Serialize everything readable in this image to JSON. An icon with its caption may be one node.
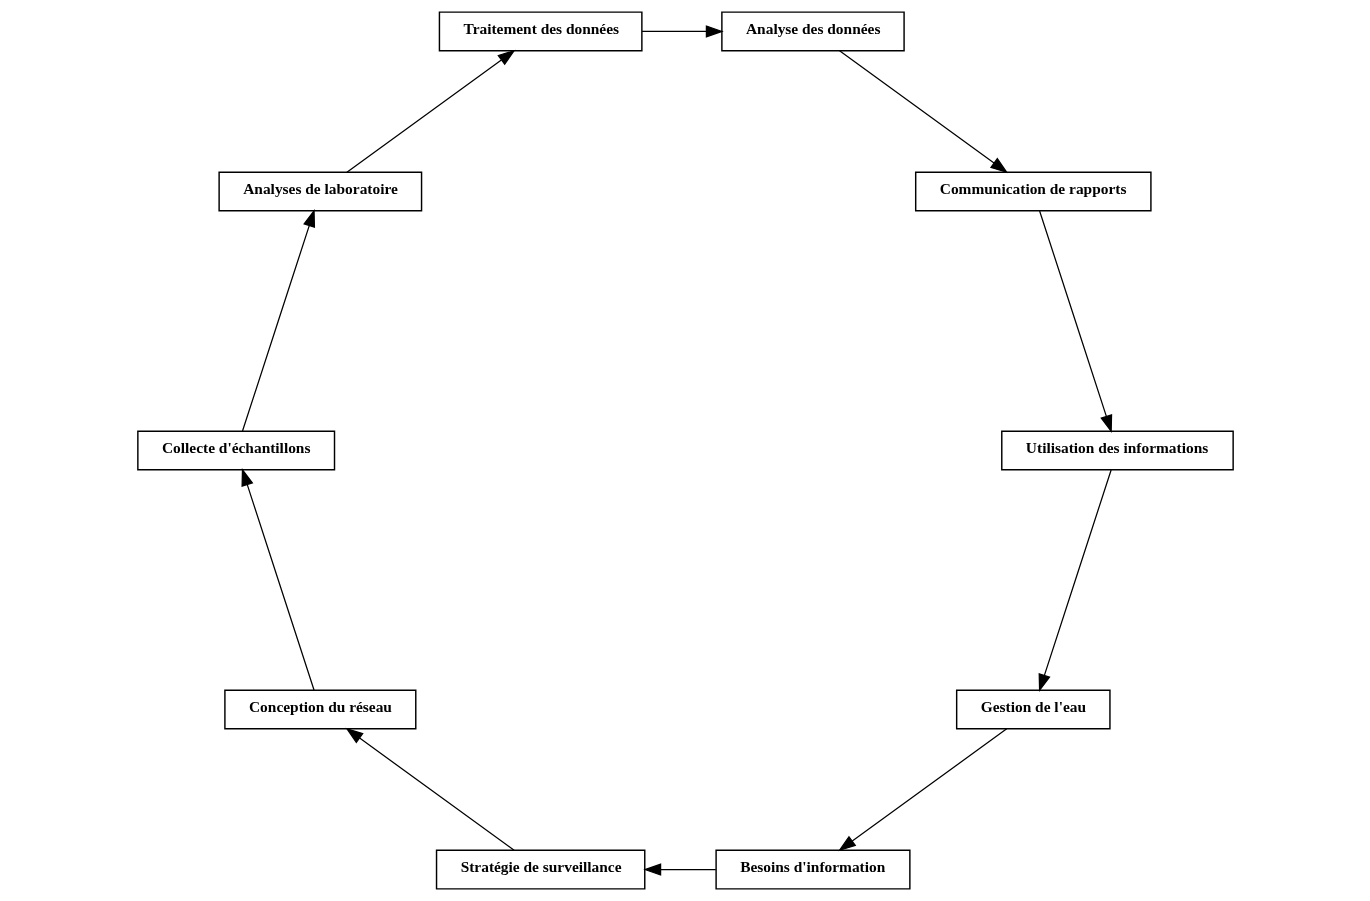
{
  "diagram": {
    "nodes": [
      {
        "text": [
          "Gestion de l'eau"
        ]
      },
      {
        "text": [
          "Besoins d'information"
        ]
      },
      {
        "text": [
          "Stratégie de surveillance"
        ]
      },
      {
        "text": [
          "Conception du réseau"
        ]
      },
      {
        "text": [
          "Collecte d'échantillons"
        ]
      },
      {
        "text": [
          "Analyses de laboratoire"
        ]
      },
      {
        "text": [
          "Traitement des données"
        ]
      },
      {
        "text": [
          "Analyse des données"
        ]
      },
      {
        "text": [
          "Communication de rapports"
        ]
      },
      {
        "text": [
          "Utilisation des informations"
        ]
      }
    ],
    "edges": [
      {
        "from": 0,
        "to": 1,
        "arrow": "to"
      },
      {
        "from": 1,
        "to": 2,
        "arrow": "to"
      },
      {
        "from": 2,
        "to": 3,
        "arrow": "to"
      },
      {
        "from": 3,
        "to": 4,
        "arrow": "to"
      },
      {
        "from": 4,
        "to": 5,
        "arrow": "to"
      },
      {
        "from": 5,
        "to": 6,
        "arrow": "to"
      },
      {
        "from": 6,
        "to": 7,
        "arrow": "to"
      },
      {
        "from": 7,
        "to": 8,
        "arrow": "to"
      },
      {
        "from": 8,
        "to": 9,
        "arrow": "to"
      },
      {
        "from": 9,
        "to": 0,
        "arrow": "to"
      }
    ]
  }
}
